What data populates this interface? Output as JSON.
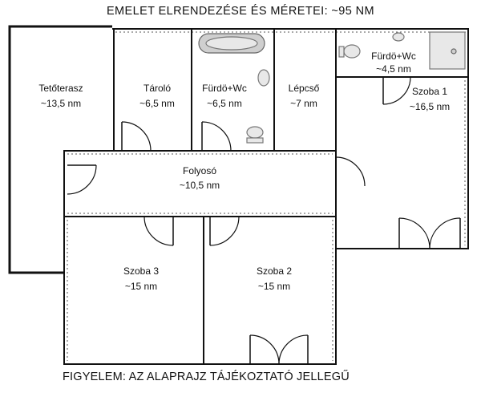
{
  "title": "EMELET ELRENDEZÉSE ÉS MÉRETEI: ~95 NM",
  "footer": "FIGYELEM: AZ ALAPRAJZ TÁJÉKOZTATÓ JELLEGŰ",
  "rooms": {
    "tetoterasz": {
      "name": "Tetőterasz",
      "area": "~13,5 nm"
    },
    "tarolo": {
      "name": "Tároló",
      "area": "~6,5 nm"
    },
    "furdo1": {
      "name": "Fürdö+Wc",
      "area": "~6,5 nm"
    },
    "lepcso": {
      "name": "Lépcső",
      "area": "~7 nm"
    },
    "furdo2": {
      "name": "Fürdö+Wc",
      "area": "~4,5 nm"
    },
    "szoba1": {
      "name": "Szoba 1",
      "area": "~16,5 nm"
    },
    "folyoso": {
      "name": "Folyosó",
      "area": "~10,5 nm"
    },
    "szoba3": {
      "name": "Szoba 3",
      "area": "~15 nm"
    },
    "szoba2": {
      "name": "Szoba 2",
      "area": "~15 nm"
    }
  }
}
